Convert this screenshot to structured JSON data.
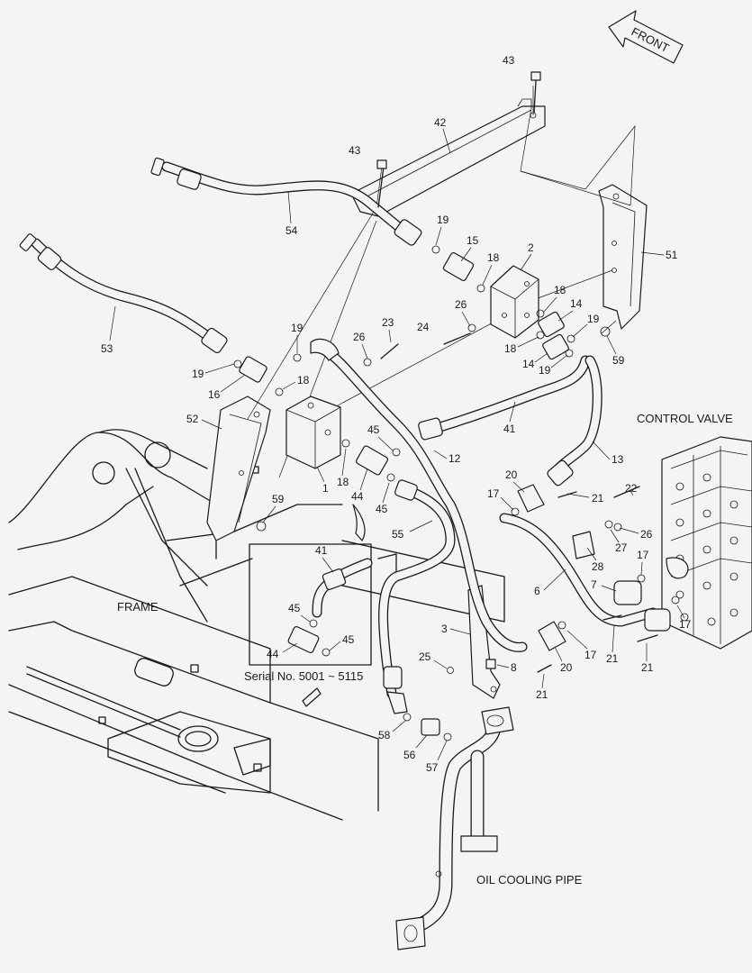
{
  "labels": {
    "front": "FRONT",
    "control_valve": "CONTROL VALVE",
    "frame": "FRAME",
    "oil_cooling_pipe": "OIL COOLING PIPE",
    "serial": "Serial No. 5001 ~ 5115"
  },
  "callouts": {
    "c43a": "43",
    "c42": "42",
    "c43b": "43",
    "c54": "54",
    "c19a": "19",
    "c15": "15",
    "c2": "2",
    "c18a": "18",
    "c51": "51",
    "c26a": "26",
    "c18b": "18",
    "c14a": "14",
    "c24": "24",
    "c18c": "18",
    "c14b": "14",
    "c19b": "19",
    "c19c": "19",
    "c59a": "59",
    "c53": "53",
    "c19d": "19",
    "c26b": "26",
    "c23": "23",
    "c19e": "19",
    "c16": "16",
    "c18d": "18",
    "c41a": "41",
    "c13": "13",
    "c52": "52",
    "c45a": "45",
    "c12": "12",
    "c1": "1",
    "c18e": "18",
    "c44a": "44",
    "c45b": "45",
    "c20a": "20",
    "c17a": "17",
    "c21a": "21",
    "c22": "22",
    "c55": "55",
    "c26c": "26",
    "c27": "27",
    "c59b": "59",
    "c28": "28",
    "c17b": "17",
    "c41b": "41",
    "c6": "6",
    "c7": "7",
    "c45c": "45",
    "c17c": "17",
    "c44b": "44",
    "c45d": "45",
    "c3": "3",
    "c17d": "17",
    "c21b": "21",
    "c25": "25",
    "c8": "8",
    "c20b": "20",
    "c21c": "21",
    "c21d": "21",
    "c58": "58",
    "c56": "56",
    "c57": "57"
  }
}
